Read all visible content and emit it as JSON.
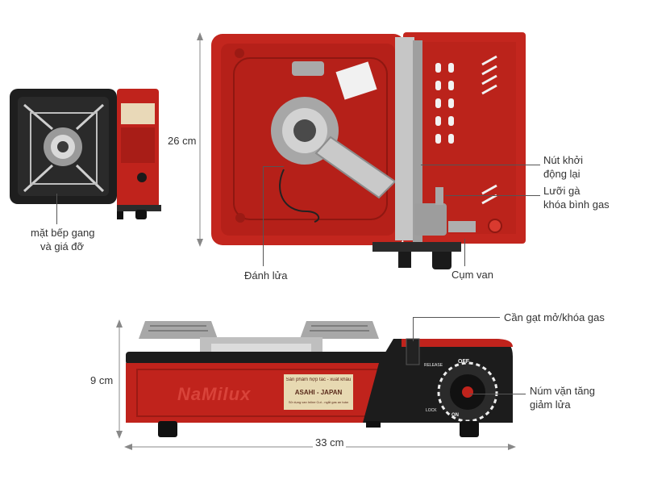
{
  "labels": {
    "height_top": "26 cm",
    "reset_button": [
      "Nút khởi",
      "động lại"
    ],
    "lock_latch": [
      "Lưỡi gà",
      "khóa bình gas"
    ],
    "ignition": "Đánh lửa",
    "valve_assembly": "Cụm van",
    "cooktop": [
      "mặt bếp gang",
      "và giá đỡ"
    ],
    "gas_lever": "Cần gạt mở/khóa gas",
    "height_side": "9 cm",
    "knob": [
      "Núm vặn tăng",
      "giảm lửa"
    ],
    "width": "33 cm"
  },
  "stove_branding": {
    "brand": "NaMilux",
    "badge_line1": "Sản phẩm hợp tác - xuất khẩu",
    "badge_line2": "ASAHI - JAPAN",
    "badge_line3": "Sử dụng van Inline Cut - ngắt gas an toàn",
    "dial_off": "OFF",
    "dial_release": "RELEASE",
    "dial_lock": "LOCK",
    "dial_on": "ON"
  },
  "colors": {
    "body_red": "#c0231c",
    "dark": "#1c1c1c",
    "metal": "#b9b9b9"
  }
}
